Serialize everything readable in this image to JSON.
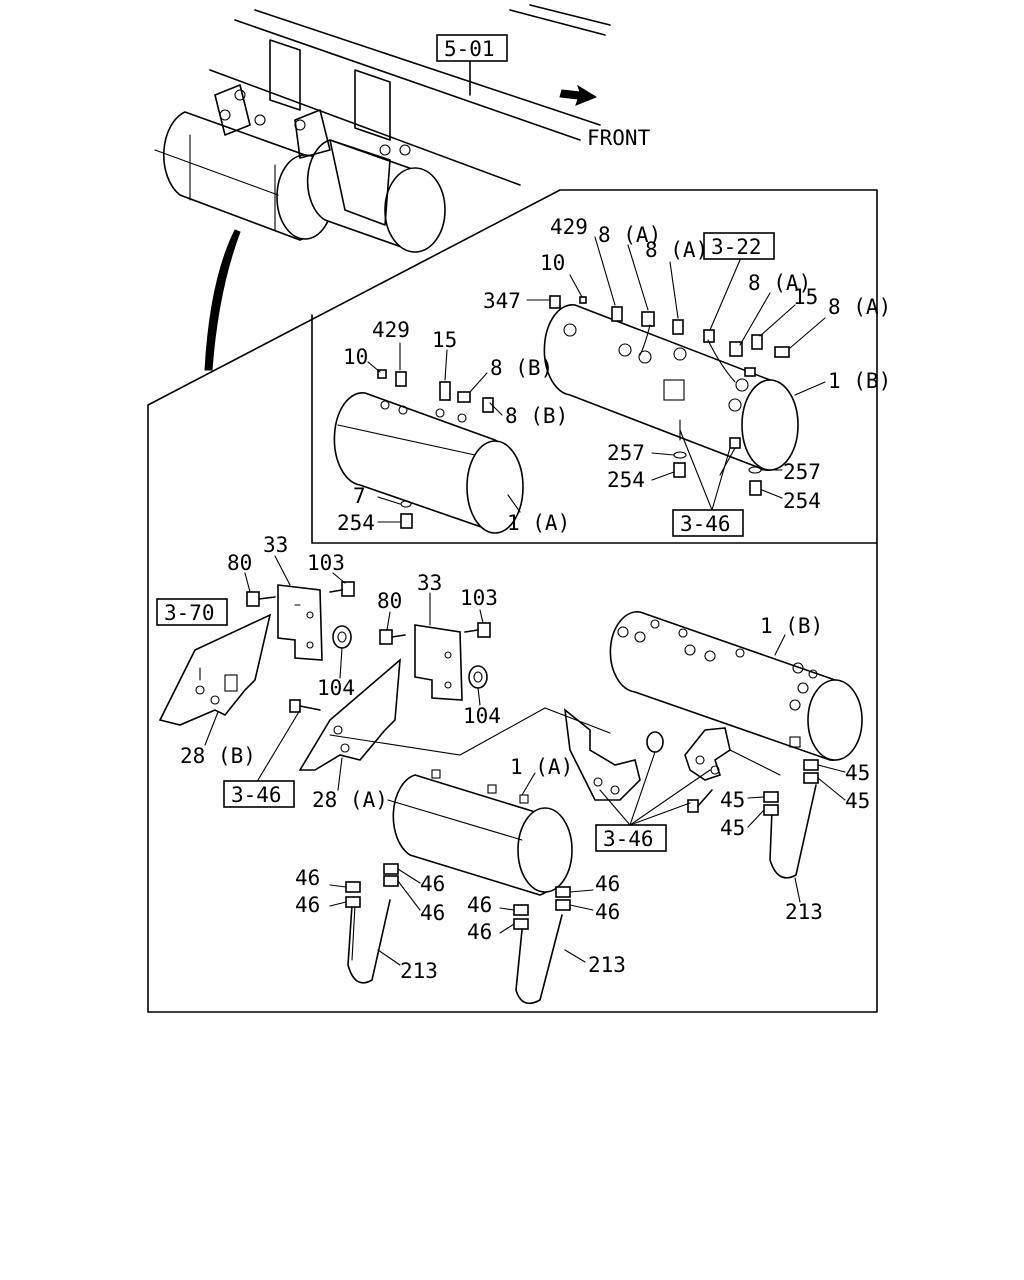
{
  "direction_label": "FRONT",
  "reference_boxes": {
    "top_frame": "5-01",
    "fittings_upper": "3-22",
    "upper_bracket": "3-46",
    "left_bracket": "3-70",
    "lower_bracket_left": "3-46",
    "lower_bracket_right": "3-46"
  },
  "callouts": {
    "inset_429_right": "429",
    "inset_8a_1": "8 (A)",
    "inset_8a_2": "8 (A)",
    "inset_10_right": "10",
    "inset_347": "347",
    "inset_8a_3": "8 (A)",
    "inset_15_right": "15",
    "inset_8a_4": "8 (A)",
    "inset_1b": "1 (B)",
    "inset_429_left": "429",
    "inset_15_left": "15",
    "inset_10_left": "10",
    "inset_8b_1": "8 (B)",
    "inset_8b_2": "8 (B)",
    "inset_257_left": "257",
    "inset_254_left": "254",
    "inset_257_right": "257",
    "inset_254_right": "254",
    "inset_7": "7",
    "inset_254_bottom": "254",
    "inset_1a": "1 (A)",
    "bracket_33_left": "33",
    "bracket_80_left": "80",
    "bracket_103_left": "103",
    "bracket_80_right": "80",
    "bracket_33_right": "33",
    "bracket_103_right": "103",
    "bracket_104_left": "104",
    "bracket_104_right": "104",
    "bracket_28b": "28 (B)",
    "bracket_28a": "28 (A)",
    "tank_1b": "1 (B)",
    "tank_1a": "1 (A)",
    "nut_45_1": "45",
    "nut_45_2": "45",
    "nut_45_3": "45",
    "nut_45_4": "45",
    "strap_213_right": "213",
    "nut_46_1": "46",
    "nut_46_2": "46",
    "nut_46_3": "46",
    "nut_46_4": "46",
    "nut_46_5": "46",
    "nut_46_6": "46",
    "nut_46_7": "46",
    "nut_46_8": "46",
    "strap_213_left": "213",
    "strap_213_mid": "213"
  }
}
